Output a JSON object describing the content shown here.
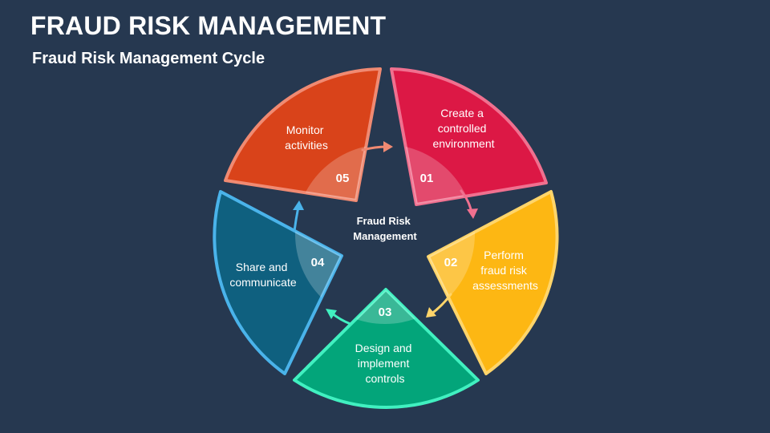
{
  "title": "FRAUD RISK MANAGEMENT",
  "subtitle": "Fraud Risk Management Cycle",
  "center_label": [
    "Fraud Risk",
    "Management"
  ],
  "colors": {
    "background": "#263850",
    "step1": "#DC1845",
    "step2": "#FDB713",
    "step3": "#03A57A",
    "step4": "#0F607F",
    "step5": "#D9431A"
  },
  "steps": [
    {
      "number": "01",
      "lines": [
        "Create a",
        "controlled",
        "environment"
      ]
    },
    {
      "number": "02",
      "lines": [
        "Perform",
        "fraud risk",
        "assessments"
      ]
    },
    {
      "number": "03",
      "lines": [
        "Design and",
        "implement",
        "controls"
      ]
    },
    {
      "number": "04",
      "lines": [
        "Share and",
        "communicate"
      ]
    },
    {
      "number": "05",
      "lines": [
        "Monitor",
        "activities"
      ]
    }
  ]
}
